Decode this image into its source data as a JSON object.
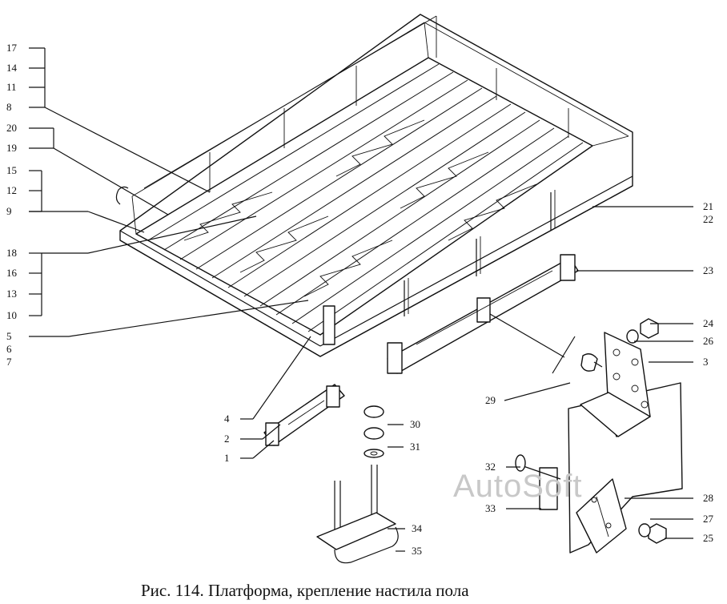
{
  "caption": "Рис. 114. Платформа, крепление настила пола",
  "watermark": "AutoSoft",
  "callouts": {
    "n1": "1",
    "n2": "2",
    "n3": "3",
    "n4": "4",
    "n5": "5",
    "n6": "6",
    "n7": "7",
    "n8": "8",
    "n9": "9",
    "n10": "10",
    "n11": "11",
    "n12": "12",
    "n13": "13",
    "n14": "14",
    "n15": "15",
    "n16": "16",
    "n17": "17",
    "n18": "18",
    "n19": "19",
    "n20": "20",
    "n21": "21",
    "n22": "22",
    "n23": "23",
    "n24": "24",
    "n25": "25",
    "n26": "26",
    "n27": "27",
    "n28": "28",
    "n29": "29",
    "n30": "30",
    "n31": "31",
    "n32": "32",
    "n33": "33",
    "n34": "34",
    "n35": "35"
  }
}
